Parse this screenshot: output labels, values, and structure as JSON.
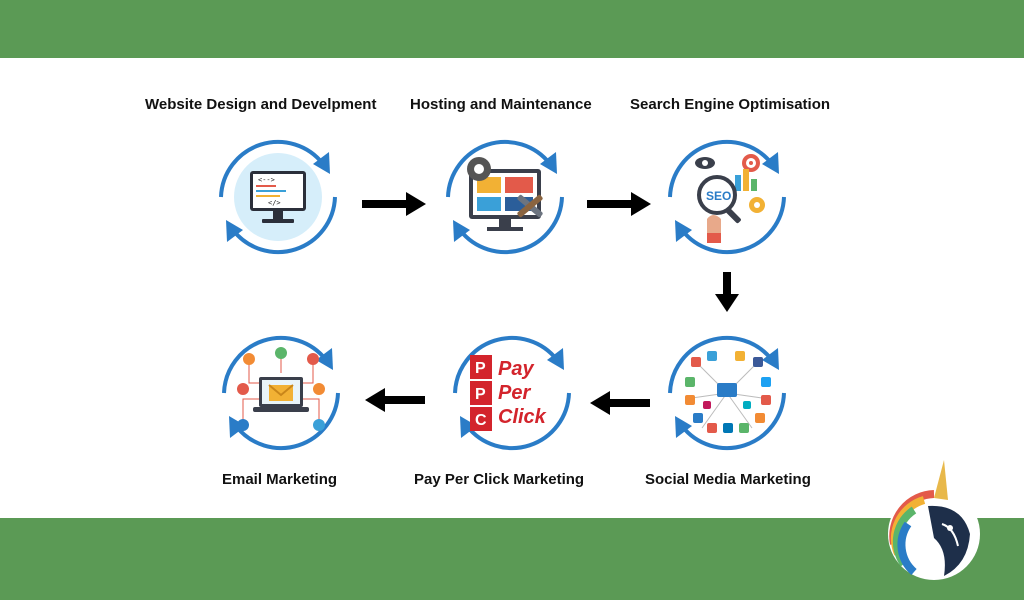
{
  "steps": [
    {
      "label": "Website Design and Develpment",
      "icon": "monitor-code-icon"
    },
    {
      "label": "Hosting  and Maintenance",
      "icon": "server-tools-icon"
    },
    {
      "label": "Search Engine Optimisation",
      "icon": "seo-magnifier-icon"
    },
    {
      "label": "Social Media Marketing",
      "icon": "social-network-icon"
    },
    {
      "label": "Pay Per Click Marketing",
      "icon": "ppc-blocks-icon"
    },
    {
      "label": "Email Marketing",
      "icon": "email-laptop-icon"
    }
  ],
  "ppc": {
    "line1": "Pay",
    "line2": "Per",
    "line3": "Click",
    "block1": "P",
    "block2": "P",
    "block3": "C"
  },
  "code": {
    "open": "<-->",
    "close": "</>"
  },
  "seo": {
    "text": "SEO"
  },
  "colors": {
    "band": "#5b9a55",
    "ring": "#2a7cc7",
    "arrow": "#000000",
    "accent_red": "#d3242c"
  }
}
